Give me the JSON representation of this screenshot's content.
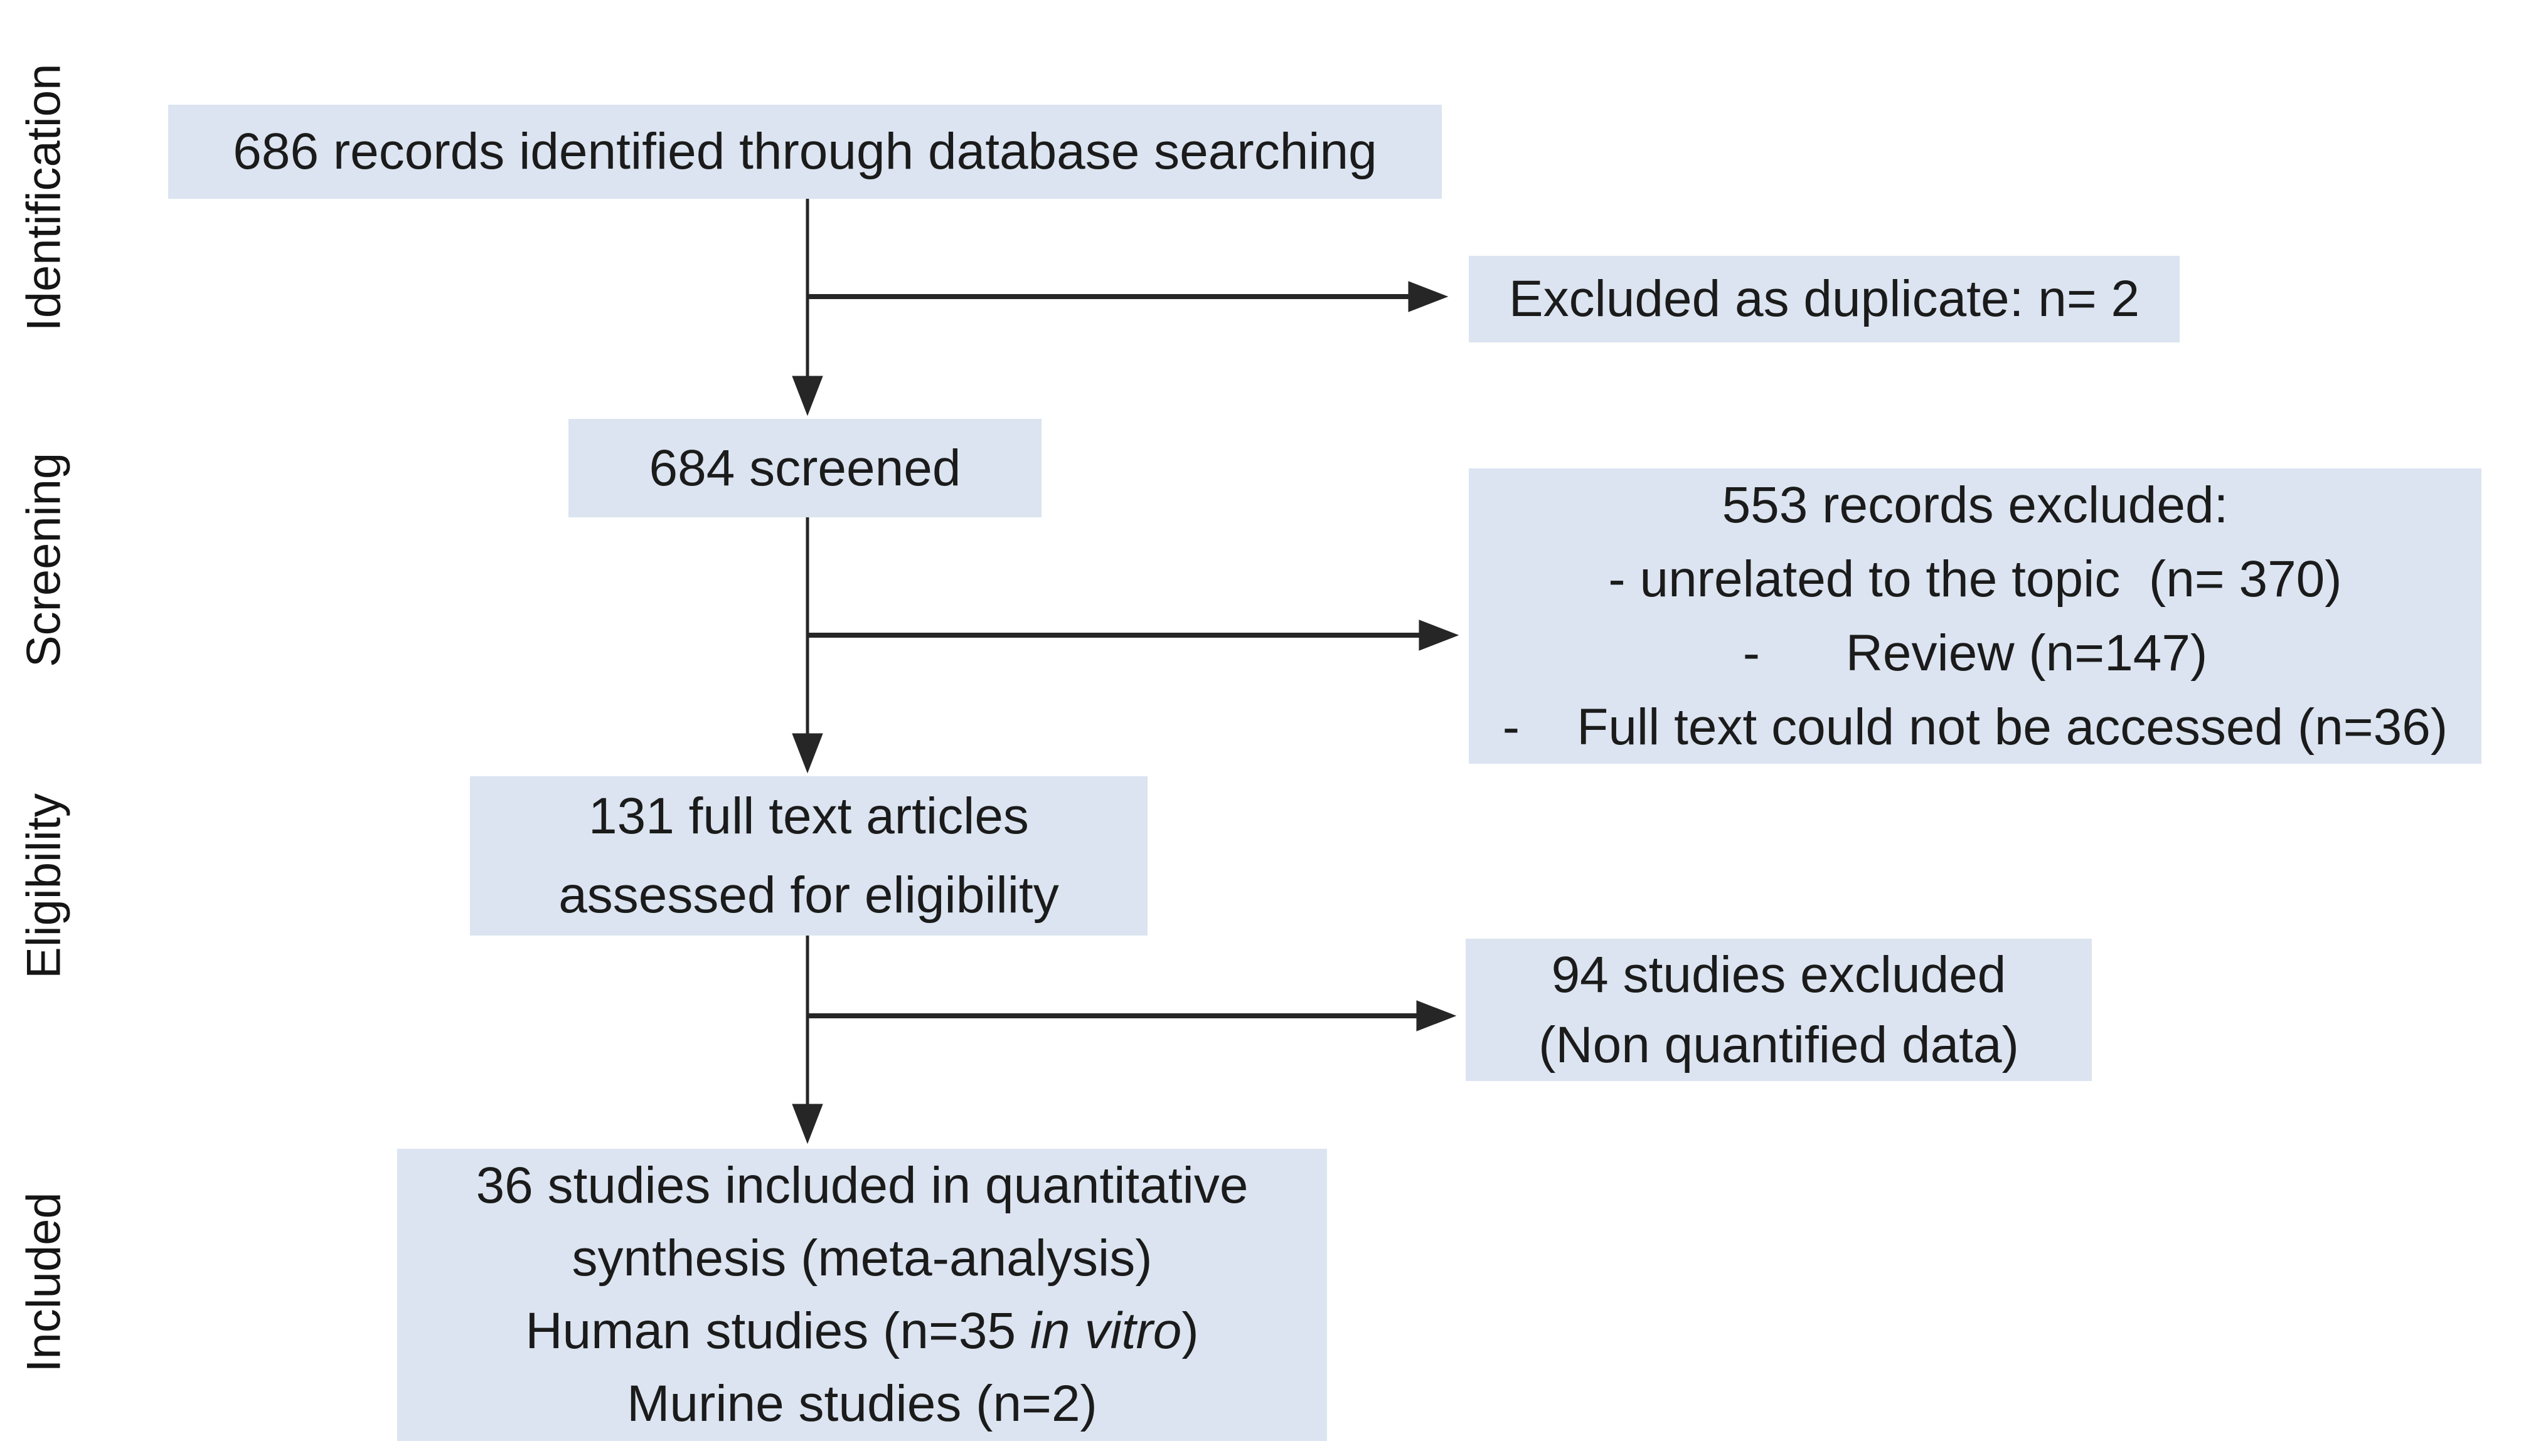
{
  "figure": {
    "kind": "prisma-flow-diagram",
    "colors": {
      "page_bg": "#ffffff",
      "box_fill": "#dbe4f0",
      "text": "#1b1b1b",
      "label": "#151515",
      "arrow": "#262626"
    }
  },
  "stage_labels": {
    "identification": "Identification",
    "screening": "Screening",
    "eligibility": "Eligibility",
    "included": "Included"
  },
  "boxes": {
    "identified": {
      "text": "686 records identified through database searching"
    },
    "duplicates": {
      "text": "Excluded as duplicate: n= 2"
    },
    "screened": {
      "text": "684 screened"
    },
    "excluded_screening": {
      "line1": "553 records excluded:",
      "line2": "- unrelated to the topic  (n= 370)",
      "line3": "-      Review (n=147)",
      "line4": "-    Full text could not be accessed (n=36)"
    },
    "fulltext": {
      "line1": "131 full text articles",
      "line2": "assessed for eligibility"
    },
    "excluded_eligibility": {
      "line1": "94 studies excluded",
      "line2": "(Non quantified data)"
    },
    "included": {
      "line1": "36 studies included in quantitative",
      "line2": "synthesis (meta-analysis)",
      "line3_prefix": "Human studies (n=35 ",
      "line3_italic": "in vitro",
      "line3_suffix": ")",
      "line4": "Murine studies (n=2)"
    }
  }
}
